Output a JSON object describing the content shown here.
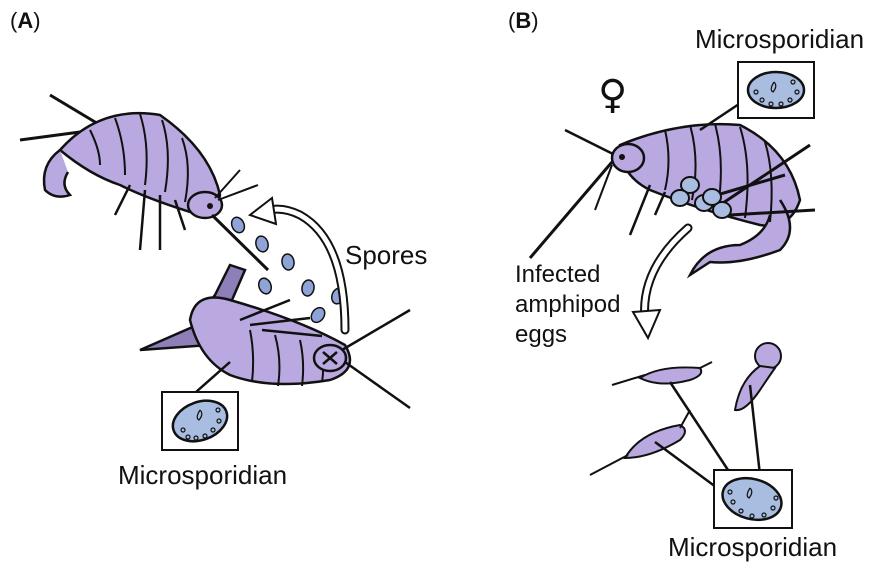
{
  "panel_a": {
    "label_open": "(",
    "label_letter": "A",
    "label_close": ")",
    "spores_label": "Spores",
    "microsporidian_label": "Microsporidian"
  },
  "panel_b": {
    "label_open": "(",
    "label_letter": "B",
    "label_close": ")",
    "female_symbol": "♀",
    "microsporidian_top_label": "Microsporidian",
    "eggs_label_line1": "Infected",
    "eggs_label_line2": "amphipod",
    "eggs_label_line3": "eggs",
    "microsporidian_bottom_label": "Microsporidian"
  },
  "colors": {
    "amphipod_body": "#b9a9e0",
    "amphipod_dark": "#8e7fb8",
    "spore_fill": "#a9bde0",
    "spore_dot": "#1a2340",
    "outline": "#111111",
    "background": "#ffffff"
  }
}
